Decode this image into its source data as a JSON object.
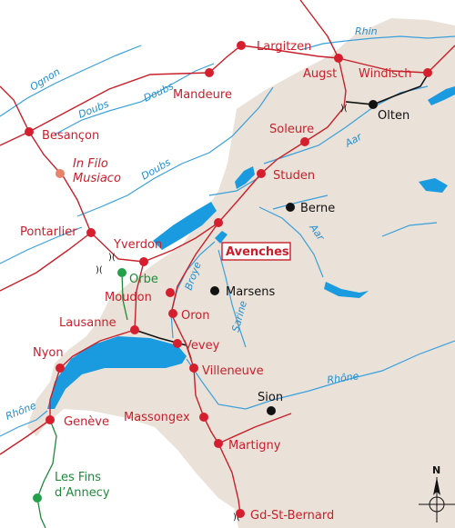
{
  "colors": {
    "land": "#eae1d8",
    "water": "#1a9be0",
    "river": "#3aa0dc",
    "road": "#c8202a",
    "rail": "#111111",
    "town_red": "#d51f2e",
    "town_black": "#111111",
    "town_green": "#23a04a",
    "town_orange": "#e8826a"
  },
  "towns_red": {
    "largitzen": "Largitzen",
    "augst": "Augst",
    "windisch": "Windisch",
    "mandeure": "Mandeure",
    "besancon": "Besançon",
    "soleure": "Soleure",
    "studen": "Studen",
    "pontarlier": "Pontarlier",
    "yverdon": "Yverdon",
    "avenches": "Avenches",
    "moudon": "Moudon",
    "oron": "Oron",
    "lausanne": "Lausanne",
    "vevey": "Vevey",
    "nyon": "Nyon",
    "villeneuve": "Villeneuve",
    "geneve": "Genève",
    "massongex": "Massongex",
    "martigny": "Martigny",
    "gd_st_bernard": "Gd-St-Bernard"
  },
  "towns_black": {
    "olten": "Olten",
    "berne": "Berne",
    "marsens": "Marsens",
    "sion": "Sion"
  },
  "towns_green": {
    "orbe": "Orbe",
    "fins_line1": "Les Fins",
    "fins_line2": "d’Annecy"
  },
  "in_filo": {
    "line1": "In Filo",
    "line2": "Musiaco"
  },
  "rivers": {
    "rhin": "Rhin",
    "ognon": "Ognon",
    "doubs_1": "Doubs",
    "doubs_2": "Doubs",
    "doubs_3": "Doubs",
    "aar_1": "Aar",
    "aar_2": "Aar",
    "broye": "Broye",
    "sarine": "Sarine",
    "rhone_1": "Rhône",
    "rhone_2": "Rhône"
  },
  "compass": {
    "north": "N"
  }
}
